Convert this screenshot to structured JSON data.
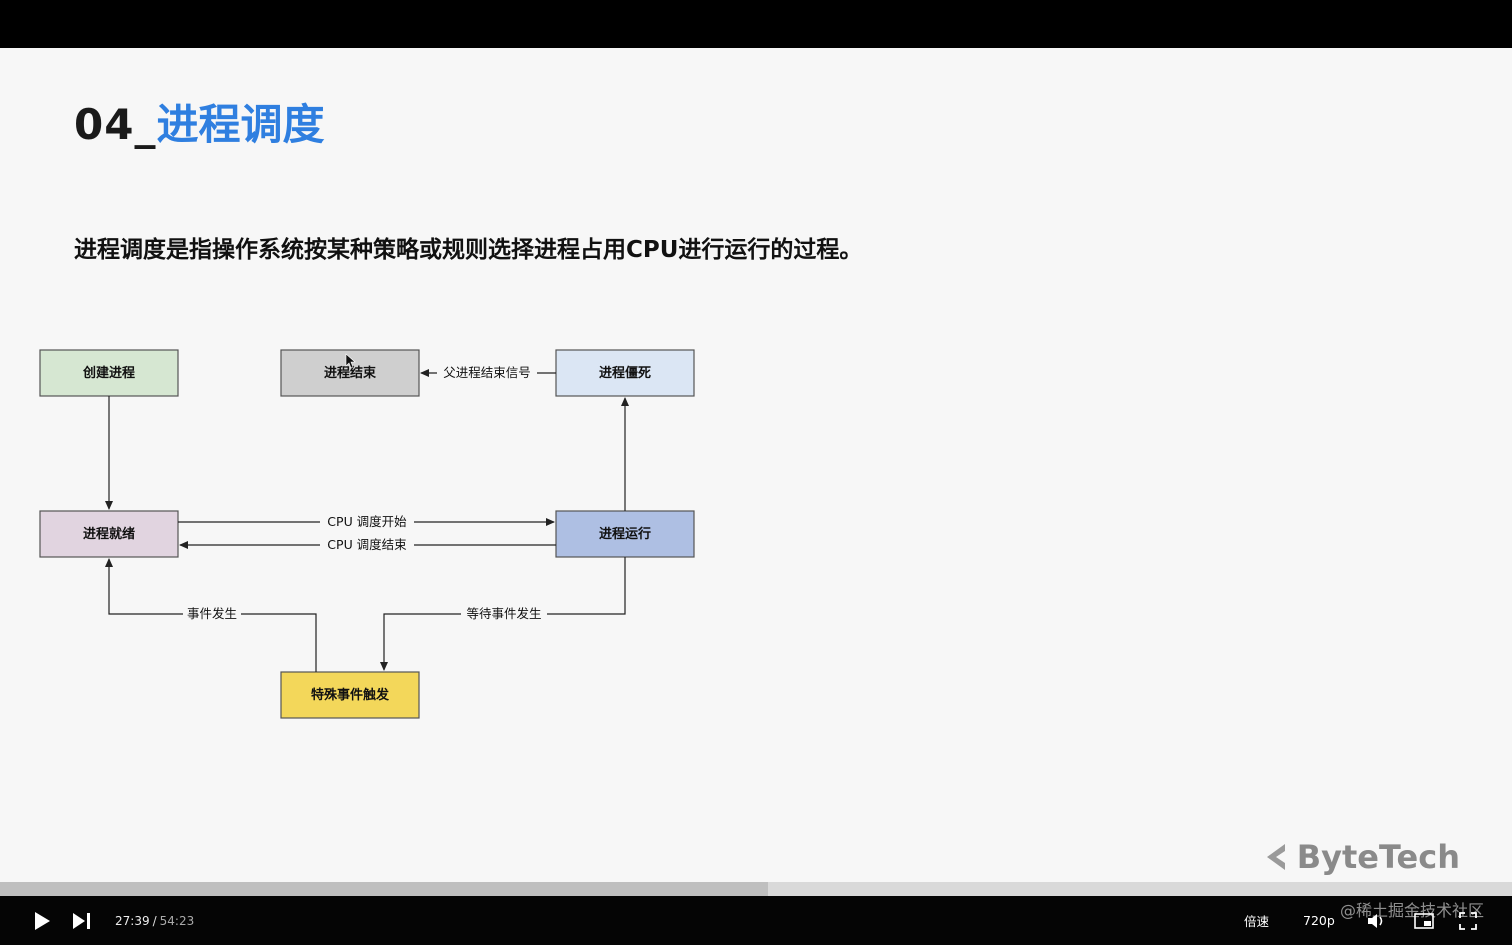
{
  "slide": {
    "title_number": "04_",
    "title_text": "进程调度",
    "subtitle": "进程调度是指操作系统按某种策略或规则选择进程占用CPU进行运行的过程。",
    "brand": "ByteTech"
  },
  "diagram": {
    "nodes": {
      "create": {
        "label": "创建进程",
        "color": "#d6e7d2"
      },
      "end": {
        "label": "进程结束",
        "color": "#cfcfcf"
      },
      "zombie": {
        "label": "进程僵死",
        "color": "#dbe6f4"
      },
      "ready": {
        "label": "进程就绪",
        "color": "#e1d4e0"
      },
      "running": {
        "label": "进程运行",
        "color": "#aebfe3"
      },
      "special": {
        "label": "特殊事件触发",
        "color": "#f3d75a"
      }
    },
    "edges": {
      "parent_signal": "父进程结束信号",
      "cpu_start": "CPU 调度开始",
      "cpu_end": "CPU 调度结束",
      "event_occur": "事件发生",
      "wait_event": "等待事件发生"
    }
  },
  "player": {
    "current_time": "27:39",
    "separator": "/",
    "duration": "54:23",
    "progress": 0.508,
    "speed_label": "倍速",
    "quality_label": "720p",
    "watermark": "@稀土掘金技术社区"
  }
}
